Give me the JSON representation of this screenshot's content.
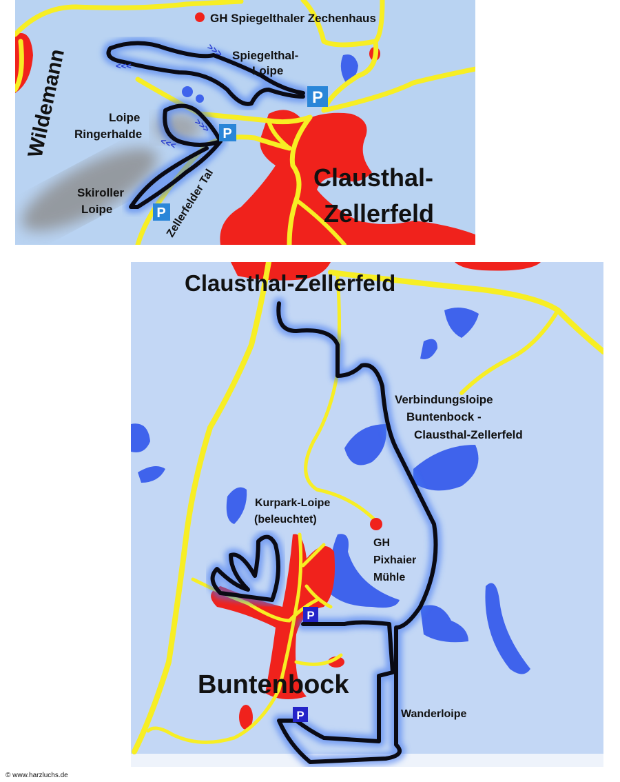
{
  "colors": {
    "background": "#b9d3f2",
    "road": "#f7ee24",
    "town": "#f0221c",
    "lake": "#3f63ec",
    "trail": "#0a0a14",
    "parking": "#2a86d8"
  },
  "top_map": {
    "labels": {
      "wildemann": "Wildemann",
      "gh_spiegelthaler": "GH Spiegelthaler Zechenhaus",
      "spiegelthal_1": "Spiegelthal-",
      "spiegelthal_2": "Loipe",
      "ringerhalde_1": "Loipe",
      "ringerhalde_2": "Ringerhalde",
      "skiroller_1": "Skiroller",
      "skiroller_2": "Loipe",
      "zellerfelder_tal": "Zellerfelder Tal",
      "clausthal_1": "Clausthal-",
      "clausthal_2": "Zellerfeld",
      "arrows_a": ">>>",
      "arrows_b": "<<<",
      "arrows_c": ">>>",
      "arrows_d": "<<<"
    },
    "parking_label": "P"
  },
  "bottom_map": {
    "labels": {
      "clausthal": "Clausthal-Zellerfeld",
      "verbindung_1": "Verbindungsloipe",
      "verbindung_2": "Buntenbock  -",
      "verbindung_3": "Clausthal-Zellerfeld",
      "kurpark_1": "Kurpark-Loipe",
      "kurpark_2": "(beleuchtet)",
      "gh_1": "GH",
      "gh_2": "Pixhaier",
      "gh_3": "Mühle",
      "buntenbock": "Buntenbock",
      "wanderloipe": "Wanderloipe"
    },
    "parking_label": "P"
  },
  "copyright": "© www.harzluchs.de"
}
